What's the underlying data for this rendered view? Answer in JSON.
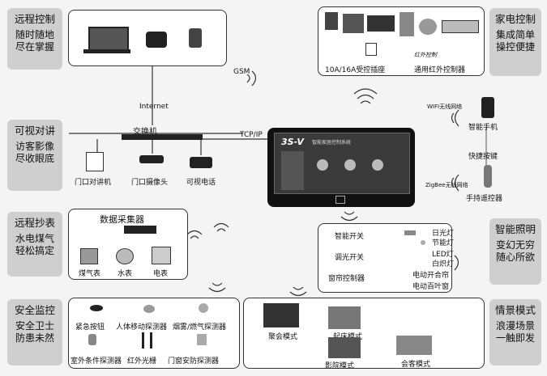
{
  "tabs": {
    "remote": {
      "title": "远程控制",
      "line1": "随时随地",
      "line2": "尽在掌握"
    },
    "intercom": {
      "title": "可视对讲",
      "line1": "访客影像",
      "line2": "尽收眼底"
    },
    "meter": {
      "title": "远程抄表",
      "line1": "水电煤气",
      "line2": "轻松搞定"
    },
    "security": {
      "title": "安全监控",
      "line1": "安全卫士",
      "line2": "防患未然"
    },
    "appliance": {
      "title": "家电控制",
      "line1": "集成简单",
      "line2": "操控便捷"
    },
    "lighting": {
      "title": "智能照明",
      "line1": "变幻无穷",
      "line2": "随心所欲"
    },
    "scene": {
      "title": "情景模式",
      "line1": "浪漫场景",
      "line2": "一触即发"
    }
  },
  "net": {
    "gsm": "GSM",
    "internet": "Internet",
    "tcpip": "TCP/IP",
    "switch": "交换机"
  },
  "intercom_devices": [
    "门口对讲机",
    "门口摄像头",
    "可视电话"
  ],
  "meter": {
    "collector": "数据采集器",
    "devices": [
      "煤气表",
      "水表",
      "电表"
    ]
  },
  "security_devices": [
    "紧急按钮",
    "人体移动探测器",
    "烟雾/燃气探测器",
    "室外条件探测器",
    "红外光栅",
    "门窗安防探测器"
  ],
  "appliance": {
    "socket": "10A/16A受控插座",
    "ir": "通用红外控制器",
    "ir_badge": "红外控制"
  },
  "controller": {
    "brand": "3S-V",
    "subtitle": "智能家居控制系统"
  },
  "wireless": {
    "wifi": "WIFI无线网络",
    "zigbee": "ZigBee无线网络"
  },
  "mobile": [
    "智能手机",
    "快捷按键",
    "手持遥控器"
  ],
  "lighting": {
    "controls": [
      "智能开关",
      "调光开关",
      "窗帘控制器"
    ],
    "loads": [
      "日光灯",
      "节能灯",
      "LED灯",
      "白炽灯",
      "电动开合帘",
      "电动百叶窗"
    ]
  },
  "scenes": [
    "聚会模式",
    "起床模式",
    "影院模式",
    "会客模式"
  ]
}
